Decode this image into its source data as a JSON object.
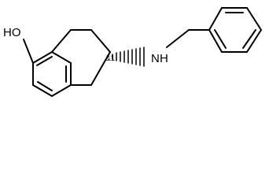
{
  "molecule": {
    "labels": {
      "hydroxyl": "HO",
      "amine": "N",
      "amine_h": "H",
      "stereo": "&1"
    },
    "colors": {
      "bond": "#000000",
      "text": "#000000",
      "background": "#ffffff"
    }
  }
}
